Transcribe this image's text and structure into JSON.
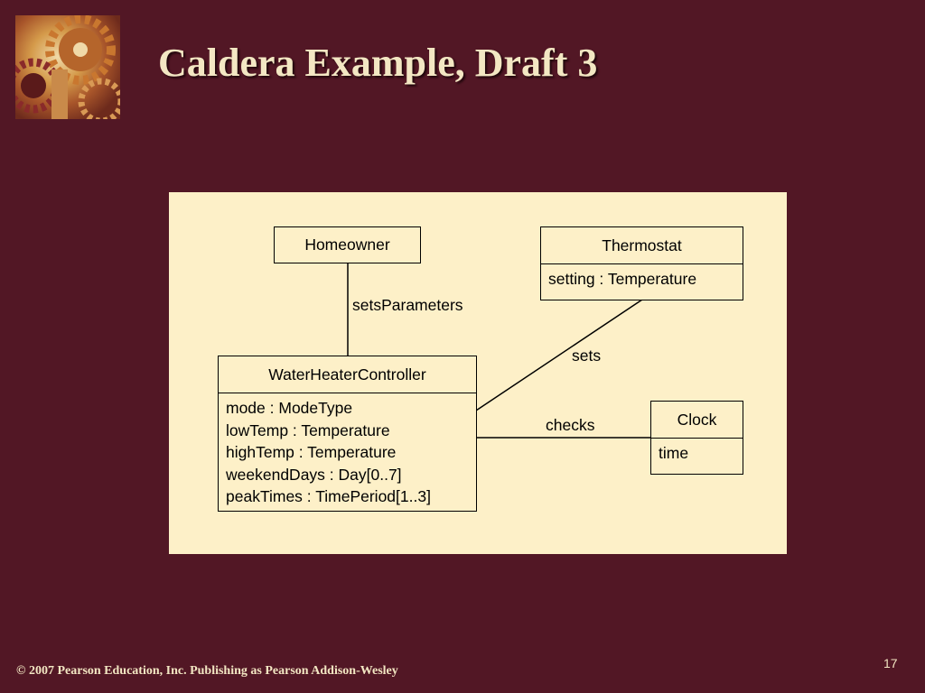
{
  "slide": {
    "title": "Caldera Example, Draft 3",
    "footer": "© 2007 Pearson Education, Inc. Publishing as Pearson Addison-Wesley",
    "page_number": "17"
  },
  "diagram": {
    "classes": {
      "homeowner": {
        "name": "Homeowner"
      },
      "thermostat": {
        "name": "Thermostat",
        "attributes": [
          "setting : Temperature"
        ]
      },
      "controller": {
        "name": "WaterHeaterController",
        "attributes": [
          "mode : ModeType",
          "lowTemp : Temperature",
          "highTemp : Temperature",
          "weekendDays : Day[0..7]",
          "peakTimes : TimePeriod[1..3]"
        ]
      },
      "clock": {
        "name": "Clock",
        "attributes": [
          "time"
        ]
      }
    },
    "associations": {
      "sets_parameters": "setsParameters",
      "sets": "sets",
      "checks": "checks"
    }
  },
  "colors": {
    "background": "#521725",
    "panel": "#fdf0c8",
    "title": "#f3e7c3"
  },
  "icons": {
    "logo": "clockwork-gears-logo"
  }
}
